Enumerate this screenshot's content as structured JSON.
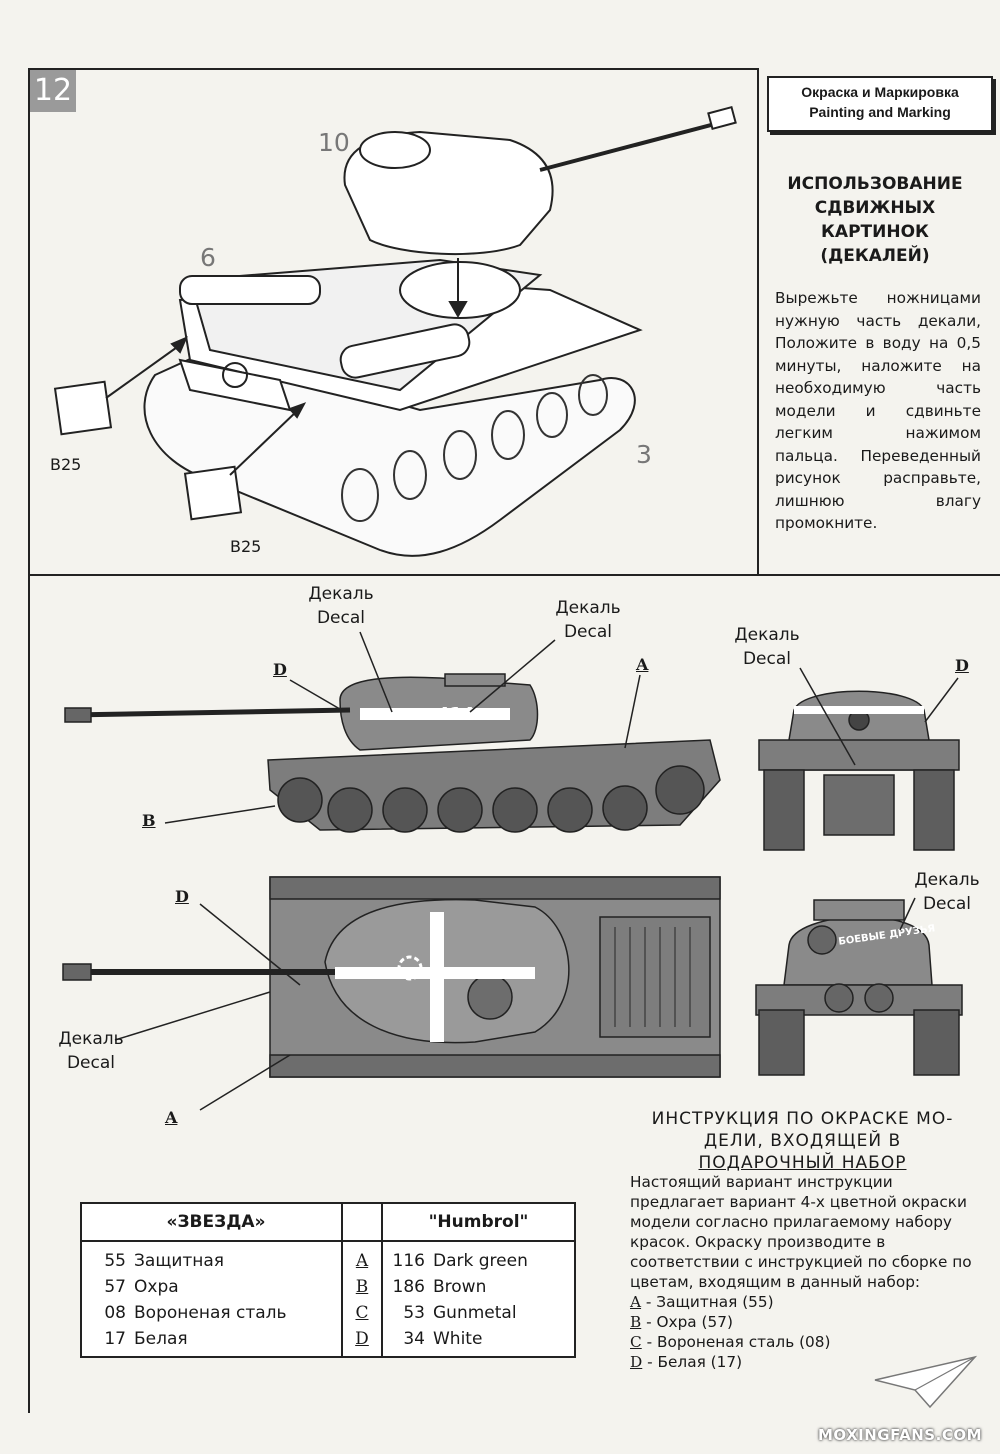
{
  "step_number": "12",
  "section_header": {
    "ru": "Окраска и Маркировка",
    "en": "Painting and Marking"
  },
  "decal_usage": {
    "title": "ИСПОЛЬЗОВАНИЕ СДВИЖНЫХ КАРТИНОК (ДЕКАЛЕЙ)",
    "text": "Вырежьте ножницами нужную часть декали, Положите в воду на 0,5 минуты, наложите на необходимую часть модели и сдвиньте легким нажимом пальца. Переведенный рисунок расправьте, лишнюю влагу промокните."
  },
  "assembly": {
    "part_turret": "10",
    "part_hull": "6",
    "part_tracks": "3",
    "part_b25_a": "B25",
    "part_b25_b": "B25"
  },
  "callouts": {
    "decal_ru": "Декаль",
    "decal_en": "Decal",
    "letter_a": "A",
    "letter_b": "B",
    "letter_d": "D"
  },
  "tank_marking": {
    "turret_number": "414",
    "slogan": "БОЕВЫЕ ДРУЗЬЯ"
  },
  "paint_table": {
    "headers": {
      "zvezda": "«ЗВЕЗДА»",
      "humbrol": "\"Humbrol\""
    },
    "rows": [
      {
        "zvezda_num": "55",
        "zvezda_name": "Защитная",
        "letter": "A",
        "humbrol_num": "116",
        "humbrol_name": "Dark green"
      },
      {
        "zvezda_num": "57",
        "zvezda_name": "Охра",
        "letter": "B",
        "humbrol_num": "186",
        "humbrol_name": "Brown"
      },
      {
        "zvezda_num": "08",
        "zvezda_name": "Вороненая сталь",
        "letter": "C",
        "humbrol_num": "53",
        "humbrol_name": "Gunmetal"
      },
      {
        "zvezda_num": "17",
        "zvezda_name": "Белая",
        "letter": "D",
        "humbrol_num": "34",
        "humbrol_name": "White"
      }
    ]
  },
  "paint_instructions": {
    "title_line1": "ИНСТРУКЦИЯ ПО ОКРАСКЕ МО-",
    "title_line2": "ДЕЛИ, ВХОДЯЩЕЙ В",
    "title_line3": "ПОДАРОЧНЫЙ НАБОР",
    "text": "Настоящий вариант инструкции предлагает вариант 4-х цветной окраски модели согласно прилагаемому набору красок. Окраску производите в соответствии с инструкцией по сборке по цветам, входящим в данный набор:",
    "list": [
      {
        "letter": "A",
        "text": " - Защитная (55)"
      },
      {
        "letter": "B",
        "text": " - Охра (57)"
      },
      {
        "letter": "C",
        "text": " - Вороненая сталь (08)"
      },
      {
        "letter": "D",
        "text": " - Белая (17)"
      }
    ]
  },
  "watermark": "MOXINGFANS.COM",
  "colors": {
    "tank_grey": "#8c8c8c",
    "tank_dark": "#5e5e5e",
    "marking_white": "#ffffff"
  }
}
